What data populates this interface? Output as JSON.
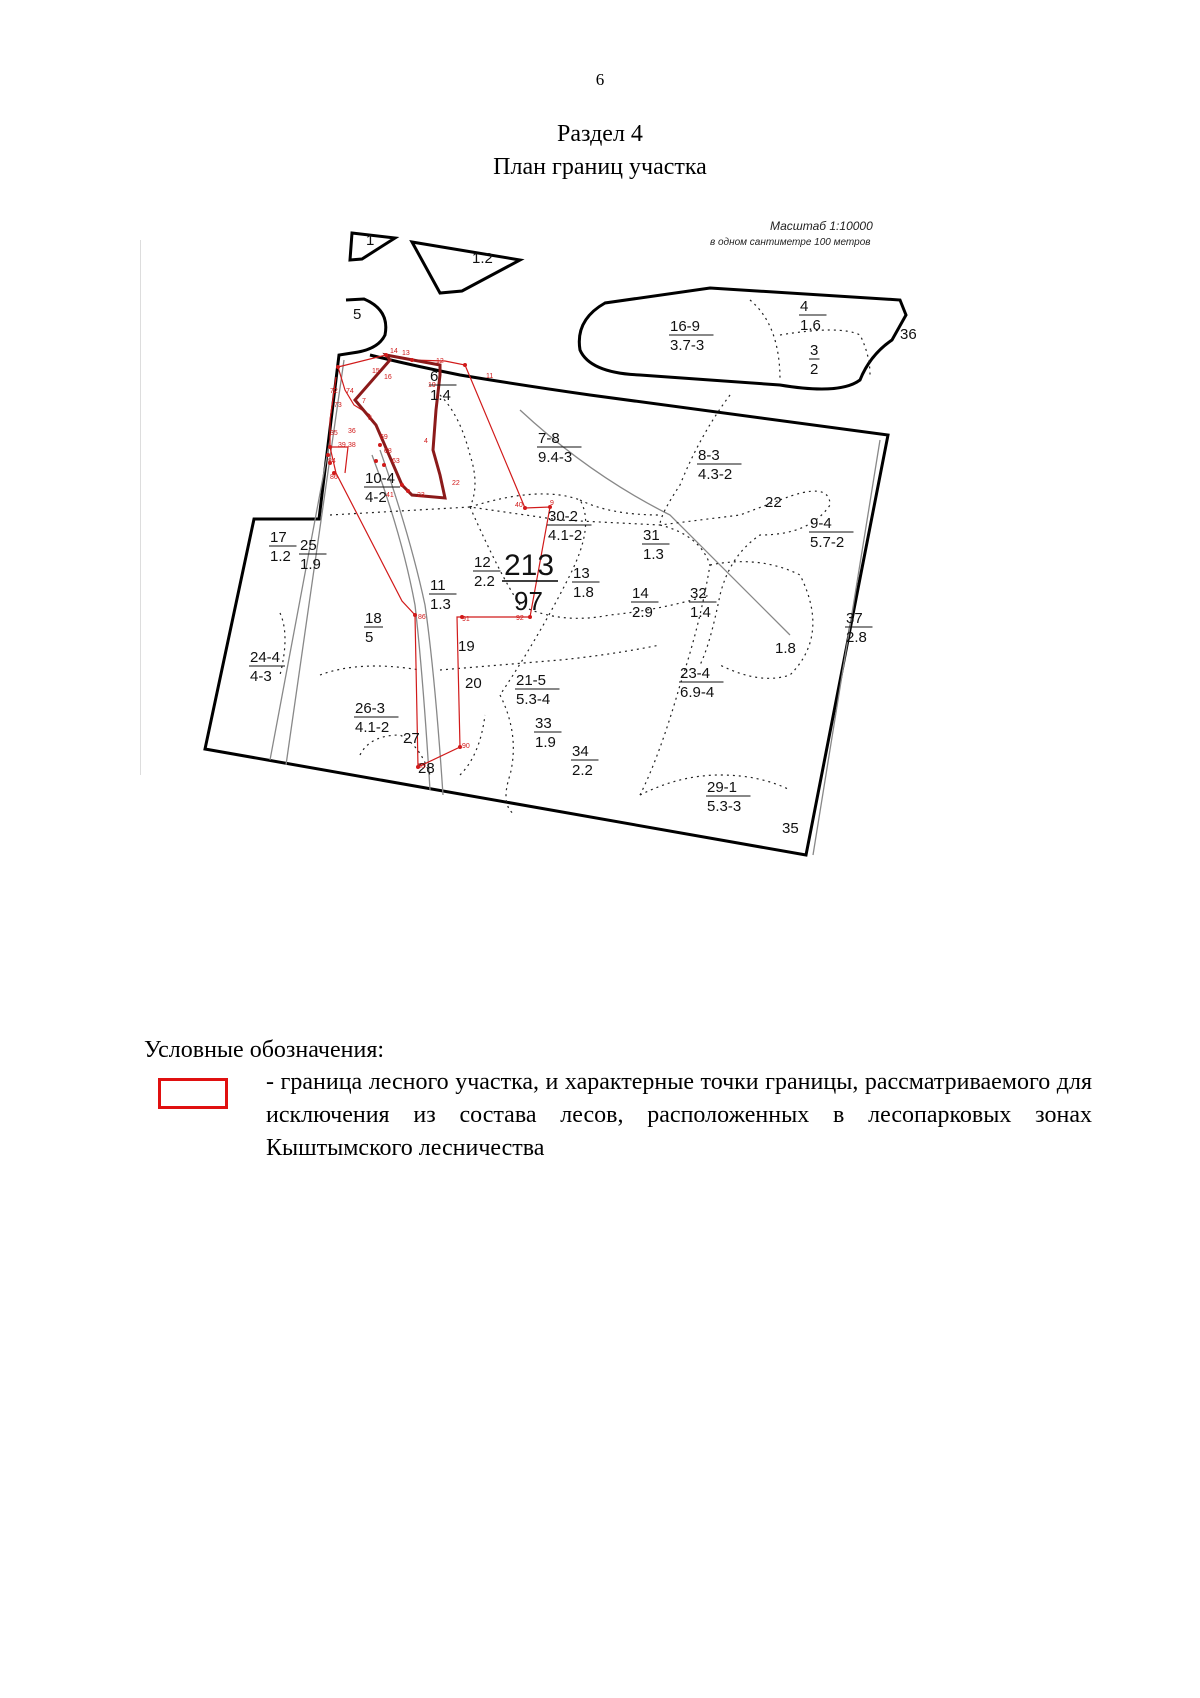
{
  "page_number": "6",
  "section_title": "Раздел 4",
  "section_subtitle": "План границ участка",
  "map": {
    "scale_line1": "Масштаб 1:10000",
    "scale_line2": "в одном сантиметре 100 метров",
    "quarter_number": "213",
    "quarter_area": "97",
    "plots": [
      {
        "id": "1"
      },
      {
        "id": "1.2"
      },
      {
        "id": "5"
      },
      {
        "num": "4",
        "den": "1.6"
      },
      {
        "num": "16-9",
        "den": "3.7-3"
      },
      {
        "num": "3",
        "den": "2"
      },
      {
        "id": "36"
      },
      {
        "num": "6",
        "den": "1.4"
      },
      {
        "num": "7-8",
        "den": "9.4-3"
      },
      {
        "num": "8-3",
        "den": "4.3-2"
      },
      {
        "id": "22"
      },
      {
        "num": "10-4",
        "den": "4-2"
      },
      {
        "num": "30-2",
        "den": "4.1-2"
      },
      {
        "num": "9-4",
        "den": "5.7-2"
      },
      {
        "num": "17",
        "den": "1.2"
      },
      {
        "num": "25",
        "den": "1.9"
      },
      {
        "num": "12",
        "den": "2.2"
      },
      {
        "num": "13",
        "den": "1.8"
      },
      {
        "num": "31",
        "den": "1.3"
      },
      {
        "num": "11",
        "den": "1.3"
      },
      {
        "num": "14",
        "den": "2.9"
      },
      {
        "num": "32",
        "den": "1.4"
      },
      {
        "num": "18",
        "den": "5"
      },
      {
        "num": "37",
        "den": "2.8"
      },
      {
        "id": "1.8"
      },
      {
        "num": "24-4",
        "den": "4-3"
      },
      {
        "id": "19"
      },
      {
        "num": "23-4",
        "den": "6.9-4"
      },
      {
        "id": "20"
      },
      {
        "num": "21-5",
        "den": "5.3-4"
      },
      {
        "num": "26-3",
        "den": "4.1-2"
      },
      {
        "num": "33",
        "den": "1.9"
      },
      {
        "id": "27"
      },
      {
        "num": "34",
        "den": "2.2"
      },
      {
        "id": "28"
      },
      {
        "num": "29-1",
        "den": "5.3-3"
      },
      {
        "id": "35"
      }
    ],
    "boundary_points": [
      "14",
      "13",
      "12",
      "11",
      "15",
      "16",
      "19",
      "72",
      "74",
      "7",
      "73",
      "8",
      "35",
      "36",
      "39",
      "38",
      "69",
      "68",
      "63",
      "84",
      "86",
      "4",
      "22",
      "41",
      "23",
      "40",
      "9",
      "86",
      "91",
      "92",
      "90",
      "89"
    ]
  },
  "legend": {
    "heading": "Условные обозначения:",
    "text": "- граница лесного участка, и характерные точки границы, рассматриваемого для исключения из состава лесов, расположенных в лесопарковых зонах Кыштымского лесничества",
    "swatch_color": "#e01010"
  }
}
